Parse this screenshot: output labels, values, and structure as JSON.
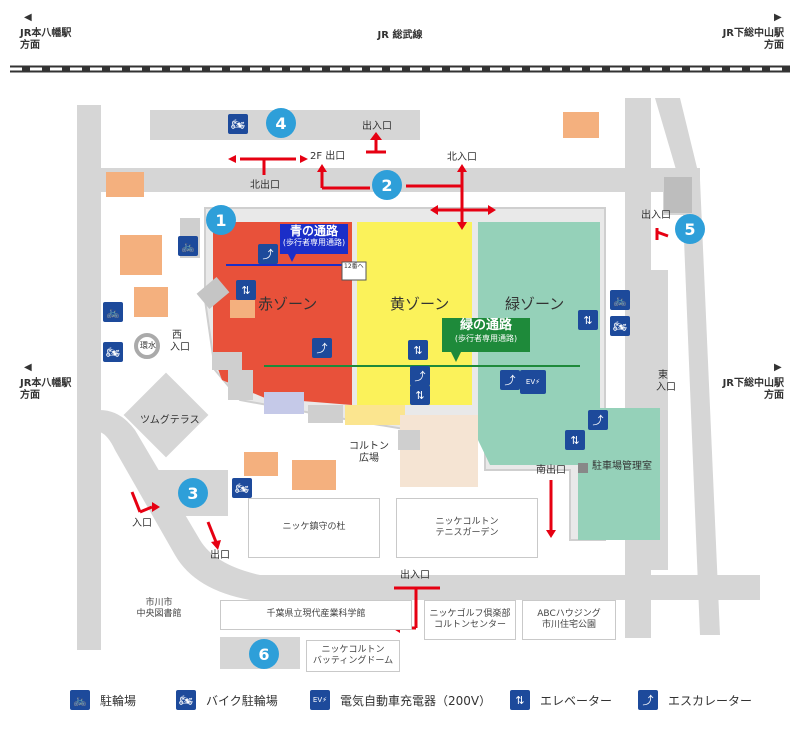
{
  "top_bar": {
    "left_direction": "JR本八幡駅\n方面",
    "line_name": "JR 総武線",
    "right_direction": "JR下総中山駅\n方面"
  },
  "side": {
    "left_direction": "JR本八幡駅\n方面",
    "right_direction": "JR下総中山駅\n方面"
  },
  "zones": {
    "red": "赤ゾーン",
    "yellow": "黄ゾーン",
    "green": "緑ゾーン",
    "colors": {
      "red": "#e8513a",
      "yellow": "#fbf25a",
      "green": "#95d1b9"
    }
  },
  "passages": {
    "blue": {
      "title": "青の通路",
      "sub": "(歩行者専用通路)",
      "color": "#1b2ec8"
    },
    "green": {
      "title": "緑の通路",
      "sub": "(歩行者専用通路)",
      "color": "#1e8a3a"
    }
  },
  "exits": {
    "deiriguchi_top": "出入口",
    "second_floor": "2F 出口",
    "north_exit": "北出口",
    "north_entrance": "北入口",
    "deiriguchi_right": "出入口",
    "west_entrance": "西\n入口",
    "east_entrance": "東\n入口",
    "south_exit": "南出口",
    "entrance_3": "入口",
    "exit_3": "出口",
    "deiriguchi_bottom": "出入口"
  },
  "places": {
    "kansui": "環水",
    "tsumugu": "ツムグテラス",
    "colton_plaza": "コルトン\n広場",
    "parking_office": "駐車場管理室",
    "kyuyo_forest": "ニッケ鎮守の杜",
    "tennis": "ニッケコルトン\nテニスガーデン",
    "library": "市川市\n中央図書館",
    "museum": "千葉県立現代産業科学館",
    "golf": "ニッケゴルフ倶楽部\nコルトンセンター",
    "abc_housing": "ABCハウジング\n市川住宅公園",
    "batting": "ニッケコルトン\nバッティングドーム",
    "stair_sign": "12番へ"
  },
  "parking_numbers": [
    "1",
    "2",
    "3",
    "4",
    "5",
    "6"
  ],
  "legend": [
    {
      "icon": "bicycle-icon",
      "label": "駐輪場"
    },
    {
      "icon": "motorbike-icon",
      "label": "バイク駐輪場"
    },
    {
      "icon": "ev-charger-icon",
      "label": "電気自動車充電器（200V）"
    },
    {
      "icon": "elevator-icon",
      "label": "エレベーター"
    },
    {
      "icon": "escalator-icon",
      "label": "エスカレーター"
    }
  ],
  "colors": {
    "road": "#d6d6d6",
    "number_badge": "#2e9fd9",
    "legend_icon": "#1d4a9b",
    "arrow": "#e60012",
    "orange_building": "#f4b07e",
    "plaza": "#f5e4d3",
    "light_yellow": "#fbe58f"
  }
}
